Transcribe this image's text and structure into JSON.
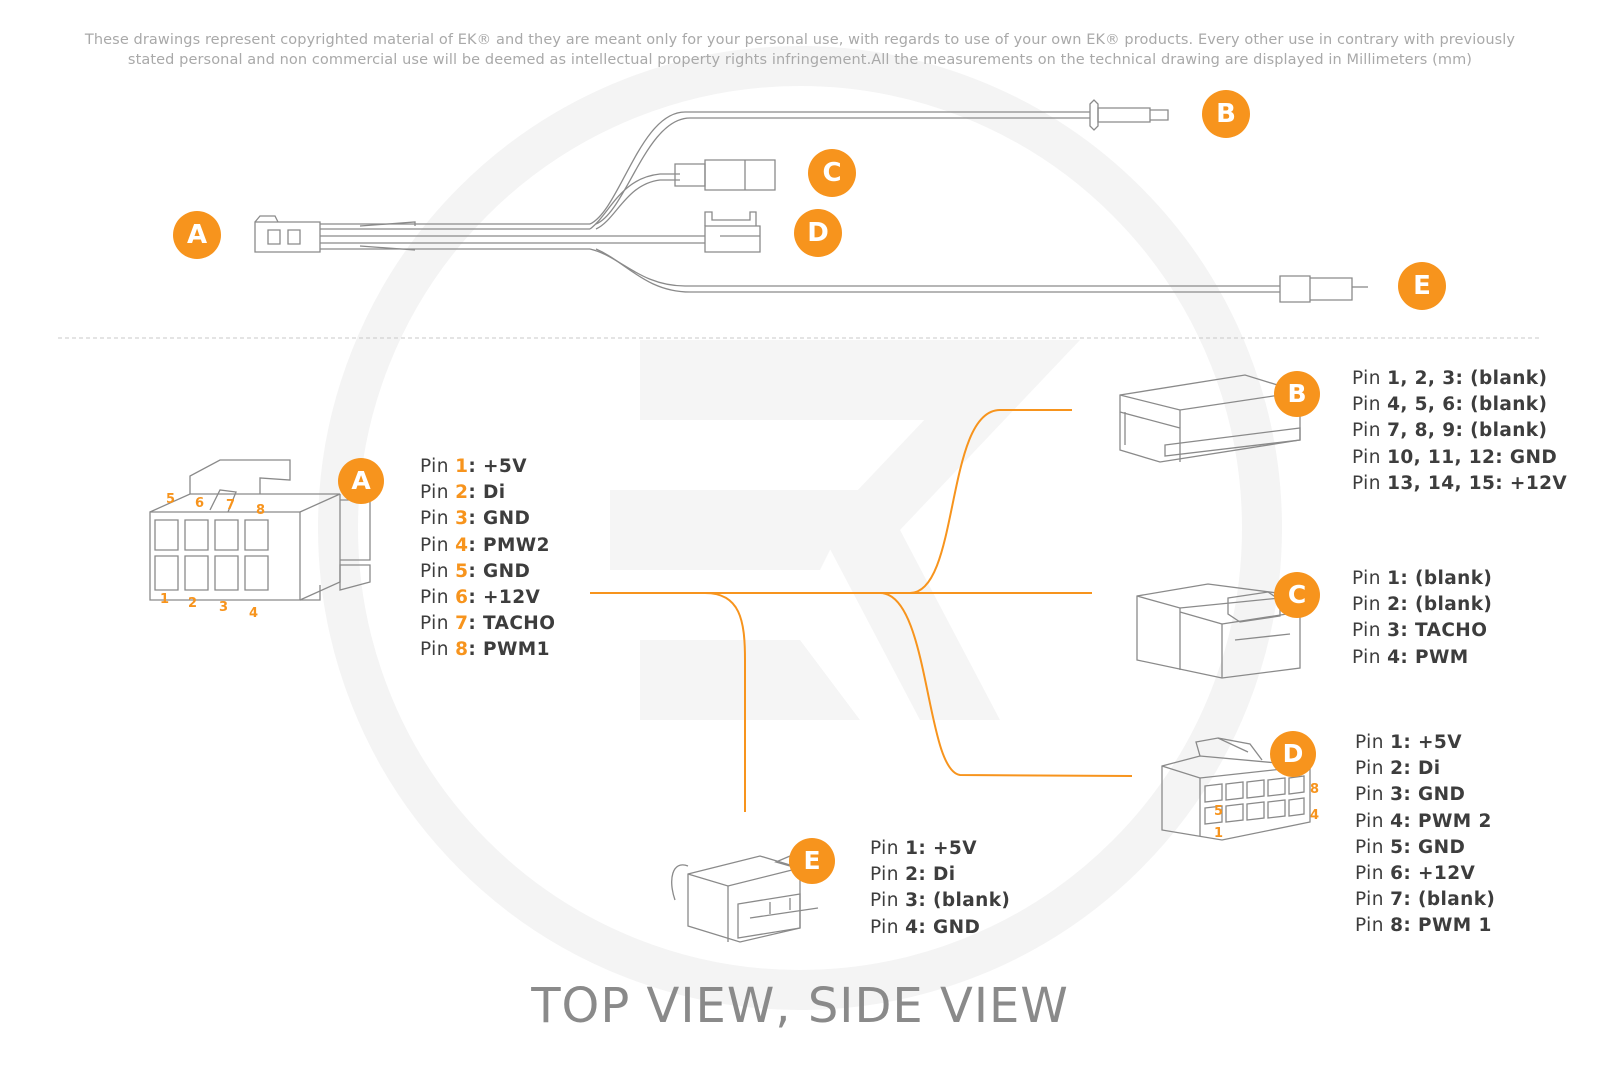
{
  "disclaimer": {
    "line1": "These drawings represent copyrighted material of EK® and they are meant only for your personal use, with regards to use of  your own EK® products. Every other use in contrary with previously",
    "line2": "stated personal and non commercial use will be deemed as intellectual property rights infringement.All the measurements on the technical drawing are displayed in Millimeters (mm)"
  },
  "connectors": {
    "A": {
      "label": "A",
      "pin_numbers": [
        "1",
        "2",
        "3",
        "4",
        "5",
        "6",
        "7",
        "8"
      ],
      "pins": [
        {
          "prefix": "Pin ",
          "num": "1",
          "sep": ": ",
          "val": "+5V"
        },
        {
          "prefix": "Pin ",
          "num": "2",
          "sep": ": ",
          "val": "Di"
        },
        {
          "prefix": "Pin ",
          "num": "3",
          "sep": ": ",
          "val": "GND"
        },
        {
          "prefix": "Pin ",
          "num": "4",
          "sep": ": ",
          "val": "PMW2"
        },
        {
          "prefix": "Pin ",
          "num": "5",
          "sep": ": ",
          "val": "GND"
        },
        {
          "prefix": "Pin ",
          "num": "6",
          "sep": ": ",
          "val": "+12V"
        },
        {
          "prefix": "Pin ",
          "num": "7",
          "sep": ": ",
          "val": "TACHO"
        },
        {
          "prefix": "Pin ",
          "num": "8",
          "sep": ": ",
          "val": "PWM1"
        }
      ]
    },
    "B": {
      "label": "B",
      "pins": [
        {
          "prefix": "Pin ",
          "num": "1, 2, 3",
          "sep": ": ",
          "val": "(blank)"
        },
        {
          "prefix": "Pin ",
          "num": "4, 5, 6",
          "sep": ": ",
          "val": "(blank)"
        },
        {
          "prefix": "Pin ",
          "num": "7, 8, 9",
          "sep": ": ",
          "val": "(blank)"
        },
        {
          "prefix": "Pin ",
          "num": "10, 11, 12",
          "sep": ": ",
          "val": "GND"
        },
        {
          "prefix": "Pin ",
          "num": "13, 14, 15",
          "sep": ": ",
          "val": "+12V"
        }
      ]
    },
    "C": {
      "label": "C",
      "pins": [
        {
          "prefix": "Pin ",
          "num": "1",
          "sep": ": ",
          "val": "(blank)"
        },
        {
          "prefix": "Pin ",
          "num": "2",
          "sep": ": ",
          "val": "(blank)"
        },
        {
          "prefix": "Pin ",
          "num": "3",
          "sep": ": ",
          "val": "TACHO"
        },
        {
          "prefix": "Pin ",
          "num": "4",
          "sep": ": ",
          "val": "PWM"
        }
      ]
    },
    "D": {
      "label": "D",
      "pin_numbers": [
        "8",
        "5",
        "4",
        "1"
      ],
      "pins": [
        {
          "prefix": "Pin ",
          "num": "1",
          "sep": ": ",
          "val": "+5V"
        },
        {
          "prefix": "Pin ",
          "num": "2",
          "sep": ":  ",
          "val": "Di"
        },
        {
          "prefix": "Pin ",
          "num": "3",
          "sep": ": ",
          "val": "GND"
        },
        {
          "prefix": "Pin ",
          "num": "4",
          "sep": ": ",
          "val": "PWM 2"
        },
        {
          "prefix": "Pin ",
          "num": "5",
          "sep": ": ",
          "val": "GND"
        },
        {
          "prefix": "Pin ",
          "num": "6",
          "sep": ": ",
          "val": "+12V"
        },
        {
          "prefix": "Pin ",
          "num": "7",
          "sep": ": ",
          "val": "(blank)"
        },
        {
          "prefix": "Pin ",
          "num": "8",
          "sep": ": ",
          "val": "PWM 1"
        }
      ]
    },
    "E": {
      "label": "E",
      "pins": [
        {
          "prefix": "Pin ",
          "num": "1",
          "sep": ": ",
          "val": "+5V"
        },
        {
          "prefix": "Pin ",
          "num": "2",
          "sep": ":  ",
          "val": "Di"
        },
        {
          "prefix": "Pin ",
          "num": "3",
          "sep": ": ",
          "val": "(blank)"
        },
        {
          "prefix": "Pin ",
          "num": "4",
          "sep": ": ",
          "val": "GND"
        }
      ]
    }
  },
  "view_title": "TOP VIEW, SIDE VIEW",
  "colors": {
    "accent": "#f7941d",
    "line": "#8a8a8a",
    "watermark": "#f3f3f3",
    "text": "#3d3d3d"
  }
}
